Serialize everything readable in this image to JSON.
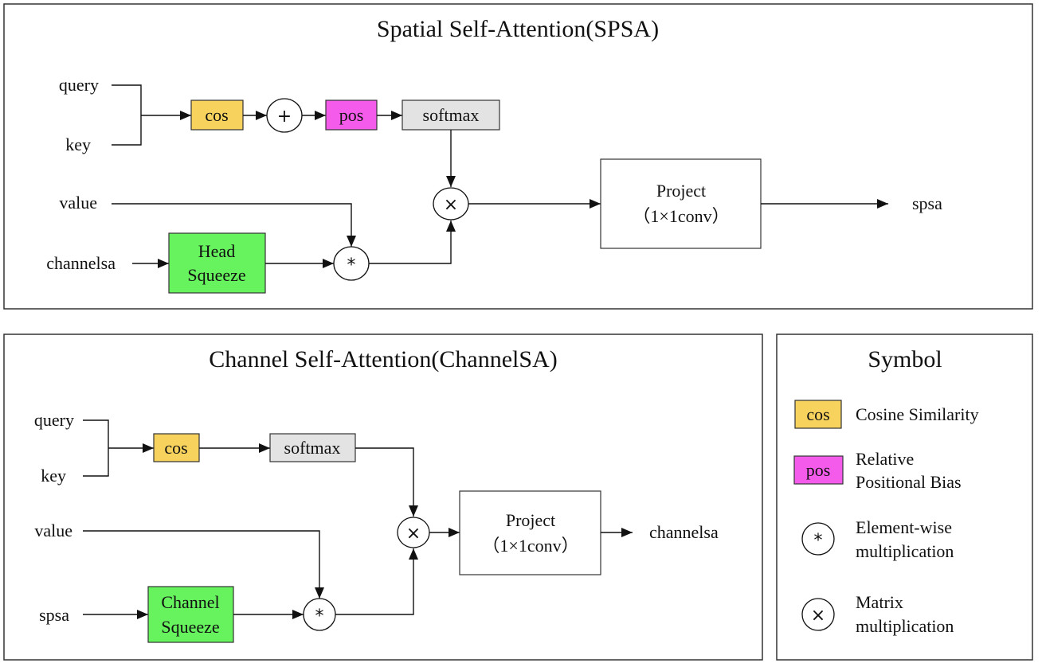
{
  "colors": {
    "cos": "#F7D35E",
    "pos": "#F55BEB",
    "softmax": "#E3E3E3",
    "squeeze": "#66F35E",
    "project": "#FFFFFF"
  },
  "spsa": {
    "title": "Spatial Self-Attention(SPSA)",
    "inputs": {
      "query": "query",
      "key": "key",
      "value": "value",
      "side": "channelsa"
    },
    "cos": "cos",
    "add_op": "+",
    "pos": "pos",
    "softmax": "softmax",
    "matmul_op": "×",
    "elemwise_op": "*",
    "squeeze": {
      "line1": "Head",
      "line2": "Squeeze"
    },
    "project": {
      "line1": "Project",
      "line2": "（1×1conv）"
    },
    "output": "spsa"
  },
  "channelsa": {
    "title": "Channel Self-Attention(ChannelSA)",
    "inputs": {
      "query": "query",
      "key": "key",
      "value": "value",
      "side": "spsa"
    },
    "cos": "cos",
    "softmax": "softmax",
    "matmul_op": "×",
    "elemwise_op": "*",
    "squeeze": {
      "line1": "Channel",
      "line2": "Squeeze"
    },
    "project": {
      "line1": "Project",
      "line2": "（1×1conv）"
    },
    "output": "channelsa"
  },
  "legend": {
    "title": "Symbol",
    "items": [
      {
        "symbol": "cos",
        "line1": "Cosine Similarity",
        "line2": ""
      },
      {
        "symbol": "pos",
        "line1": "Relative",
        "line2": "Positional Bias"
      },
      {
        "symbol": "*",
        "line1": "Element-wise",
        "line2": "multiplication"
      },
      {
        "symbol": "×",
        "line1": "Matrix",
        "line2": "multiplication"
      }
    ]
  }
}
